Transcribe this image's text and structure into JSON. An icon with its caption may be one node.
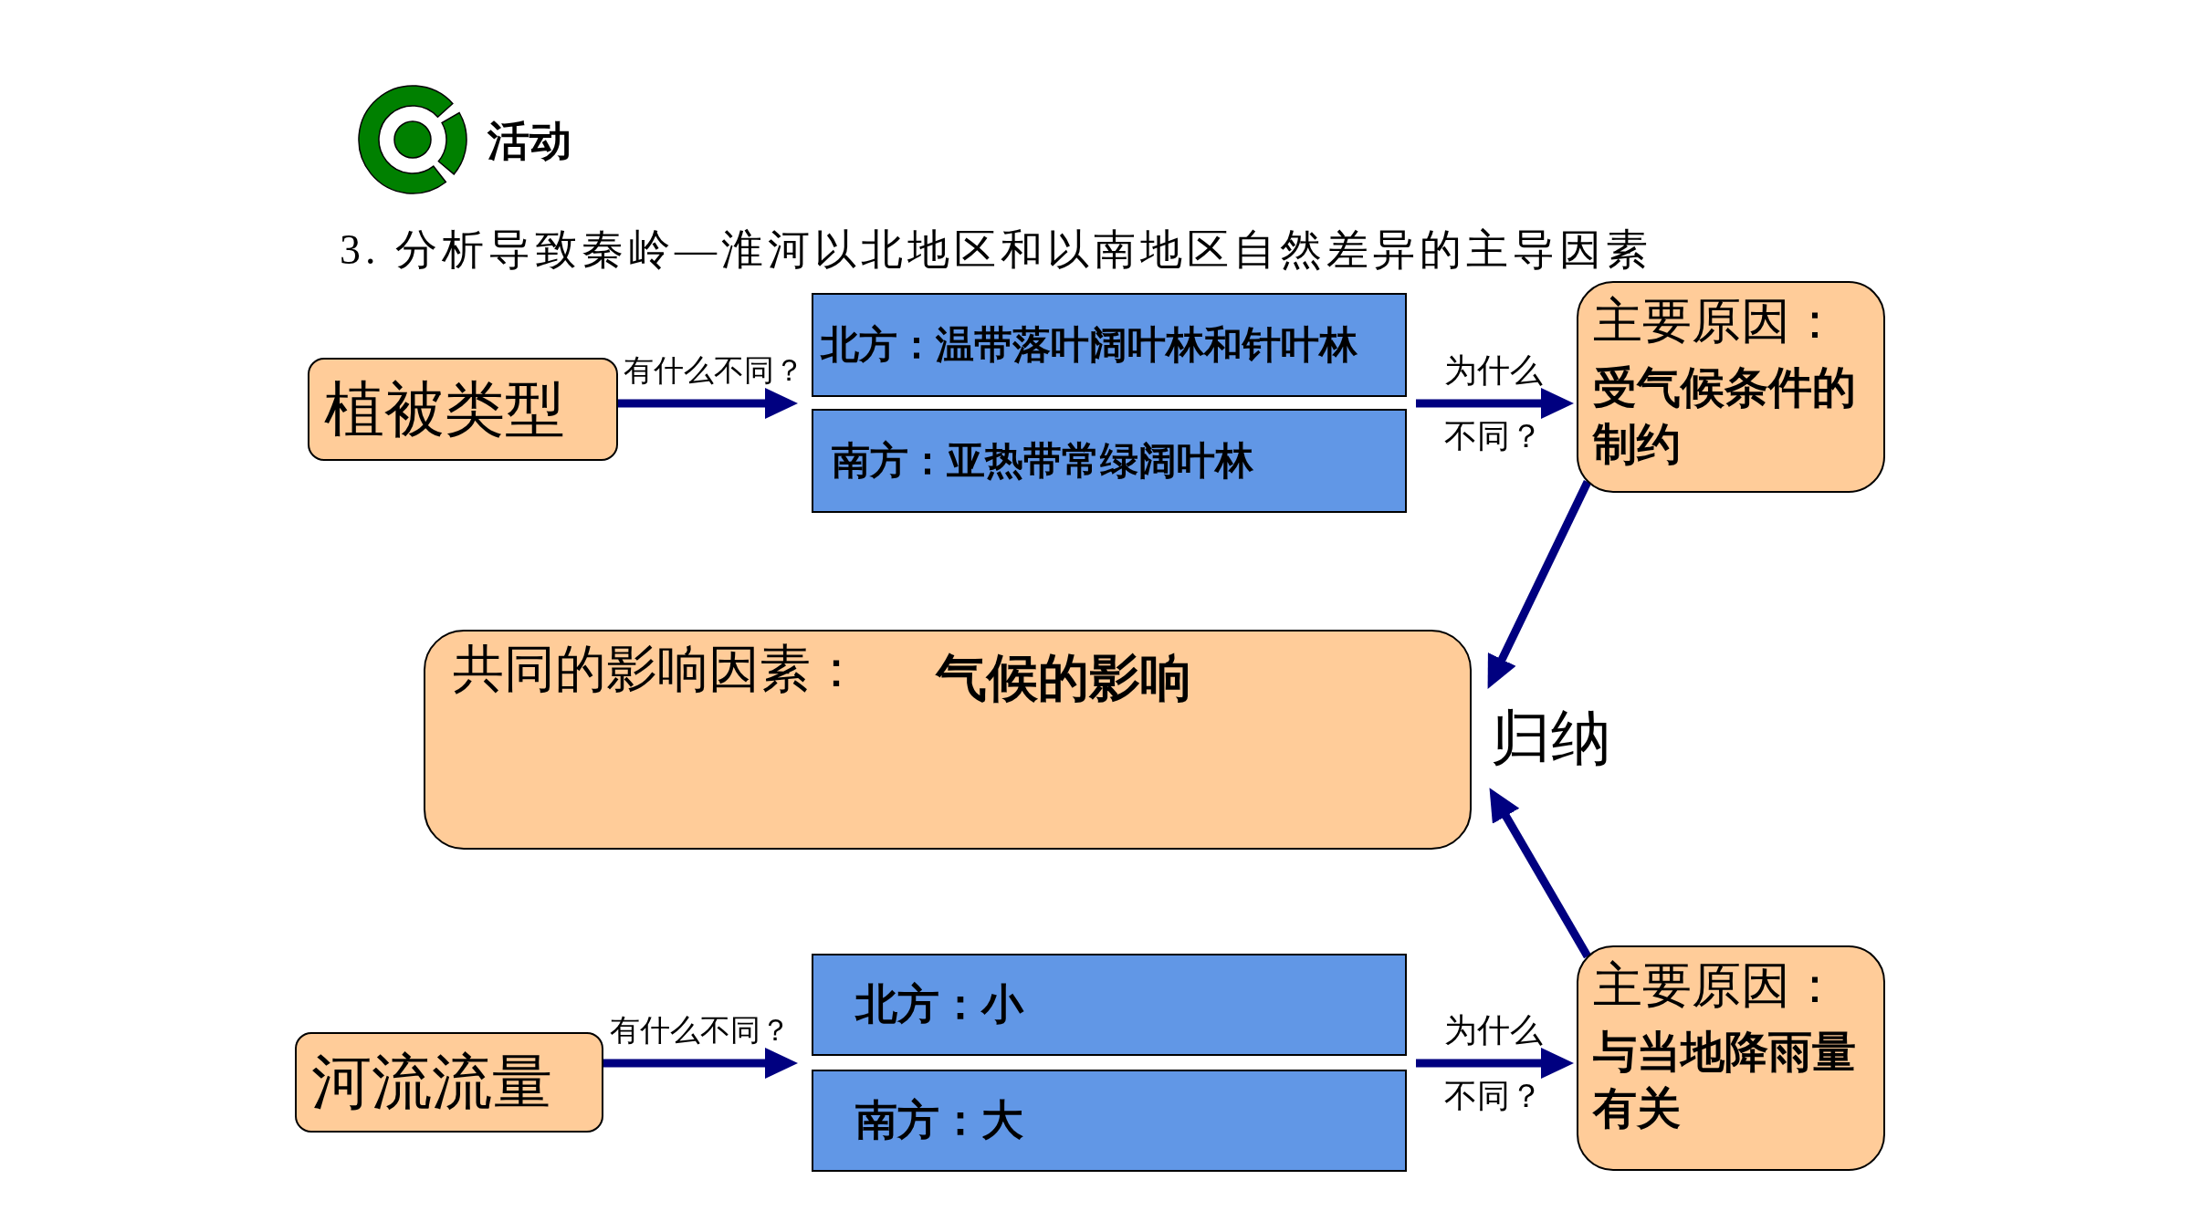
{
  "diagram": {
    "title": "活动",
    "nodes": [
      {
        "text": [
          "植被类型"
        ]
      },
      {
        "text": [
          "北方：温带落叶阔叶林和针叶林"
        ]
      },
      {
        "text": [
          "南方：亚热带常绿阔叶林"
        ]
      },
      {
        "text": [
          "主要原因：",
          "受气候条件的制约"
        ]
      },
      {
        "text": [
          "共同的影响因素：",
          "气候的影响"
        ]
      },
      {
        "text": [
          "归纳"
        ]
      },
      {
        "text": [
          "河流流量"
        ]
      },
      {
        "text": [
          "北方：小"
        ]
      },
      {
        "text": [
          "南方：大"
        ]
      },
      {
        "text": [
          "主要原因：",
          "与当地降雨量有关"
        ]
      }
    ],
    "edges": [
      {
        "from": 0,
        "to": 1,
        "arrow": "to",
        "label": "有什么不同？"
      },
      {
        "from": 0,
        "to": 2,
        "arrow": "to"
      },
      {
        "from": 1,
        "to": 3,
        "arrow": "to",
        "label": "为什么不同？"
      },
      {
        "from": 2,
        "to": 3,
        "arrow": "to"
      },
      {
        "from": 3,
        "to": 5,
        "arrow": "to"
      },
      {
        "from": 9,
        "to": 5,
        "arrow": "to"
      },
      {
        "from": 6,
        "to": 7,
        "arrow": "to",
        "label": "有什么不同？"
      },
      {
        "from": 6,
        "to": 8,
        "arrow": "to"
      },
      {
        "from": 7,
        "to": 9,
        "arrow": "to",
        "label": "为什么不同？"
      },
      {
        "from": 8,
        "to": 9,
        "arrow": "to"
      }
    ],
    "labels": [
      "3. 分析导致秦岭—淮河以北地区和以南地区自然差异的主导因素"
    ]
  }
}
